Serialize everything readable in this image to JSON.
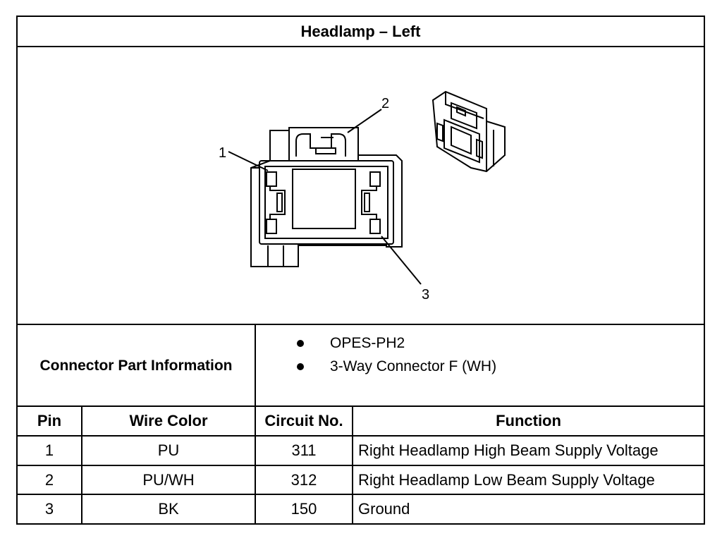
{
  "title": "Headlamp – Left",
  "diagram": {
    "pin_callouts": [
      "1",
      "2",
      "3"
    ]
  },
  "connector_info": {
    "label": "Connector Part Information",
    "items": [
      "OPES-PH2",
      "3-Way Connector F (WH)"
    ]
  },
  "table": {
    "headers": [
      "Pin",
      "Wire Color",
      "Circuit No.",
      "Function"
    ],
    "rows": [
      [
        "1",
        "PU",
        "311",
        "Right Headlamp High Beam Supply Voltage"
      ],
      [
        "2",
        "PU/WH",
        "312",
        "Right Headlamp Low Beam Supply Voltage"
      ],
      [
        "3",
        "BK",
        "150",
        "Ground"
      ]
    ]
  }
}
